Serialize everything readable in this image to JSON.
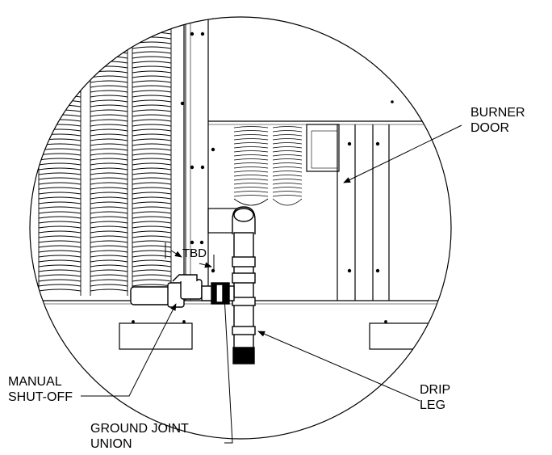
{
  "labels": {
    "burner_door": [
      "BURNER",
      "DOOR"
    ],
    "tbd": "TBD",
    "manual_shutoff": [
      "MANUAL",
      "SHUT-OFF"
    ],
    "ground_joint_union": [
      "GROUND JOINT",
      "UNION"
    ],
    "drip_leg": [
      "DRIP",
      "LEG"
    ]
  },
  "colors": {
    "line": "#000000",
    "background": "#ffffff",
    "pipe_fill": "#ffffff",
    "shadow": "#d9d9d9"
  }
}
